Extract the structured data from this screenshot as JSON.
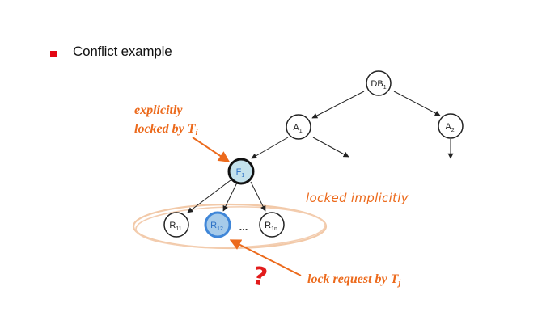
{
  "slide": {
    "heading": "Conflict example"
  },
  "tree": {
    "root": {
      "base": "DB",
      "sub": "1"
    },
    "a1": {
      "base": "A",
      "sub": "1"
    },
    "a2": {
      "base": "A",
      "sub": "2"
    },
    "f1": {
      "base": "F",
      "sub": "1"
    },
    "r11": {
      "base": "R",
      "sub": "11"
    },
    "r12": {
      "base": "R",
      "sub": "12"
    },
    "ellipsis": "...",
    "r1n": {
      "base": "R",
      "sub": "1n"
    }
  },
  "annotations": {
    "explicit_line1": "explicitly",
    "explicit_line2_prefix": "locked by T",
    "explicit_line2_sub": "i",
    "implicit": "locked implicitly",
    "request_prefix": "lock request by T",
    "request_sub": "j",
    "question_mark": "?"
  },
  "colors": {
    "bullet": "#e30613",
    "annotation": "#ec6a1c",
    "question_mark": "#e21b1b",
    "locked_fill": "#c4e2ec",
    "requested_fill": "#a6cbea",
    "requested_stroke": "#3f86d8",
    "locked_text": "#2b70c5"
  }
}
